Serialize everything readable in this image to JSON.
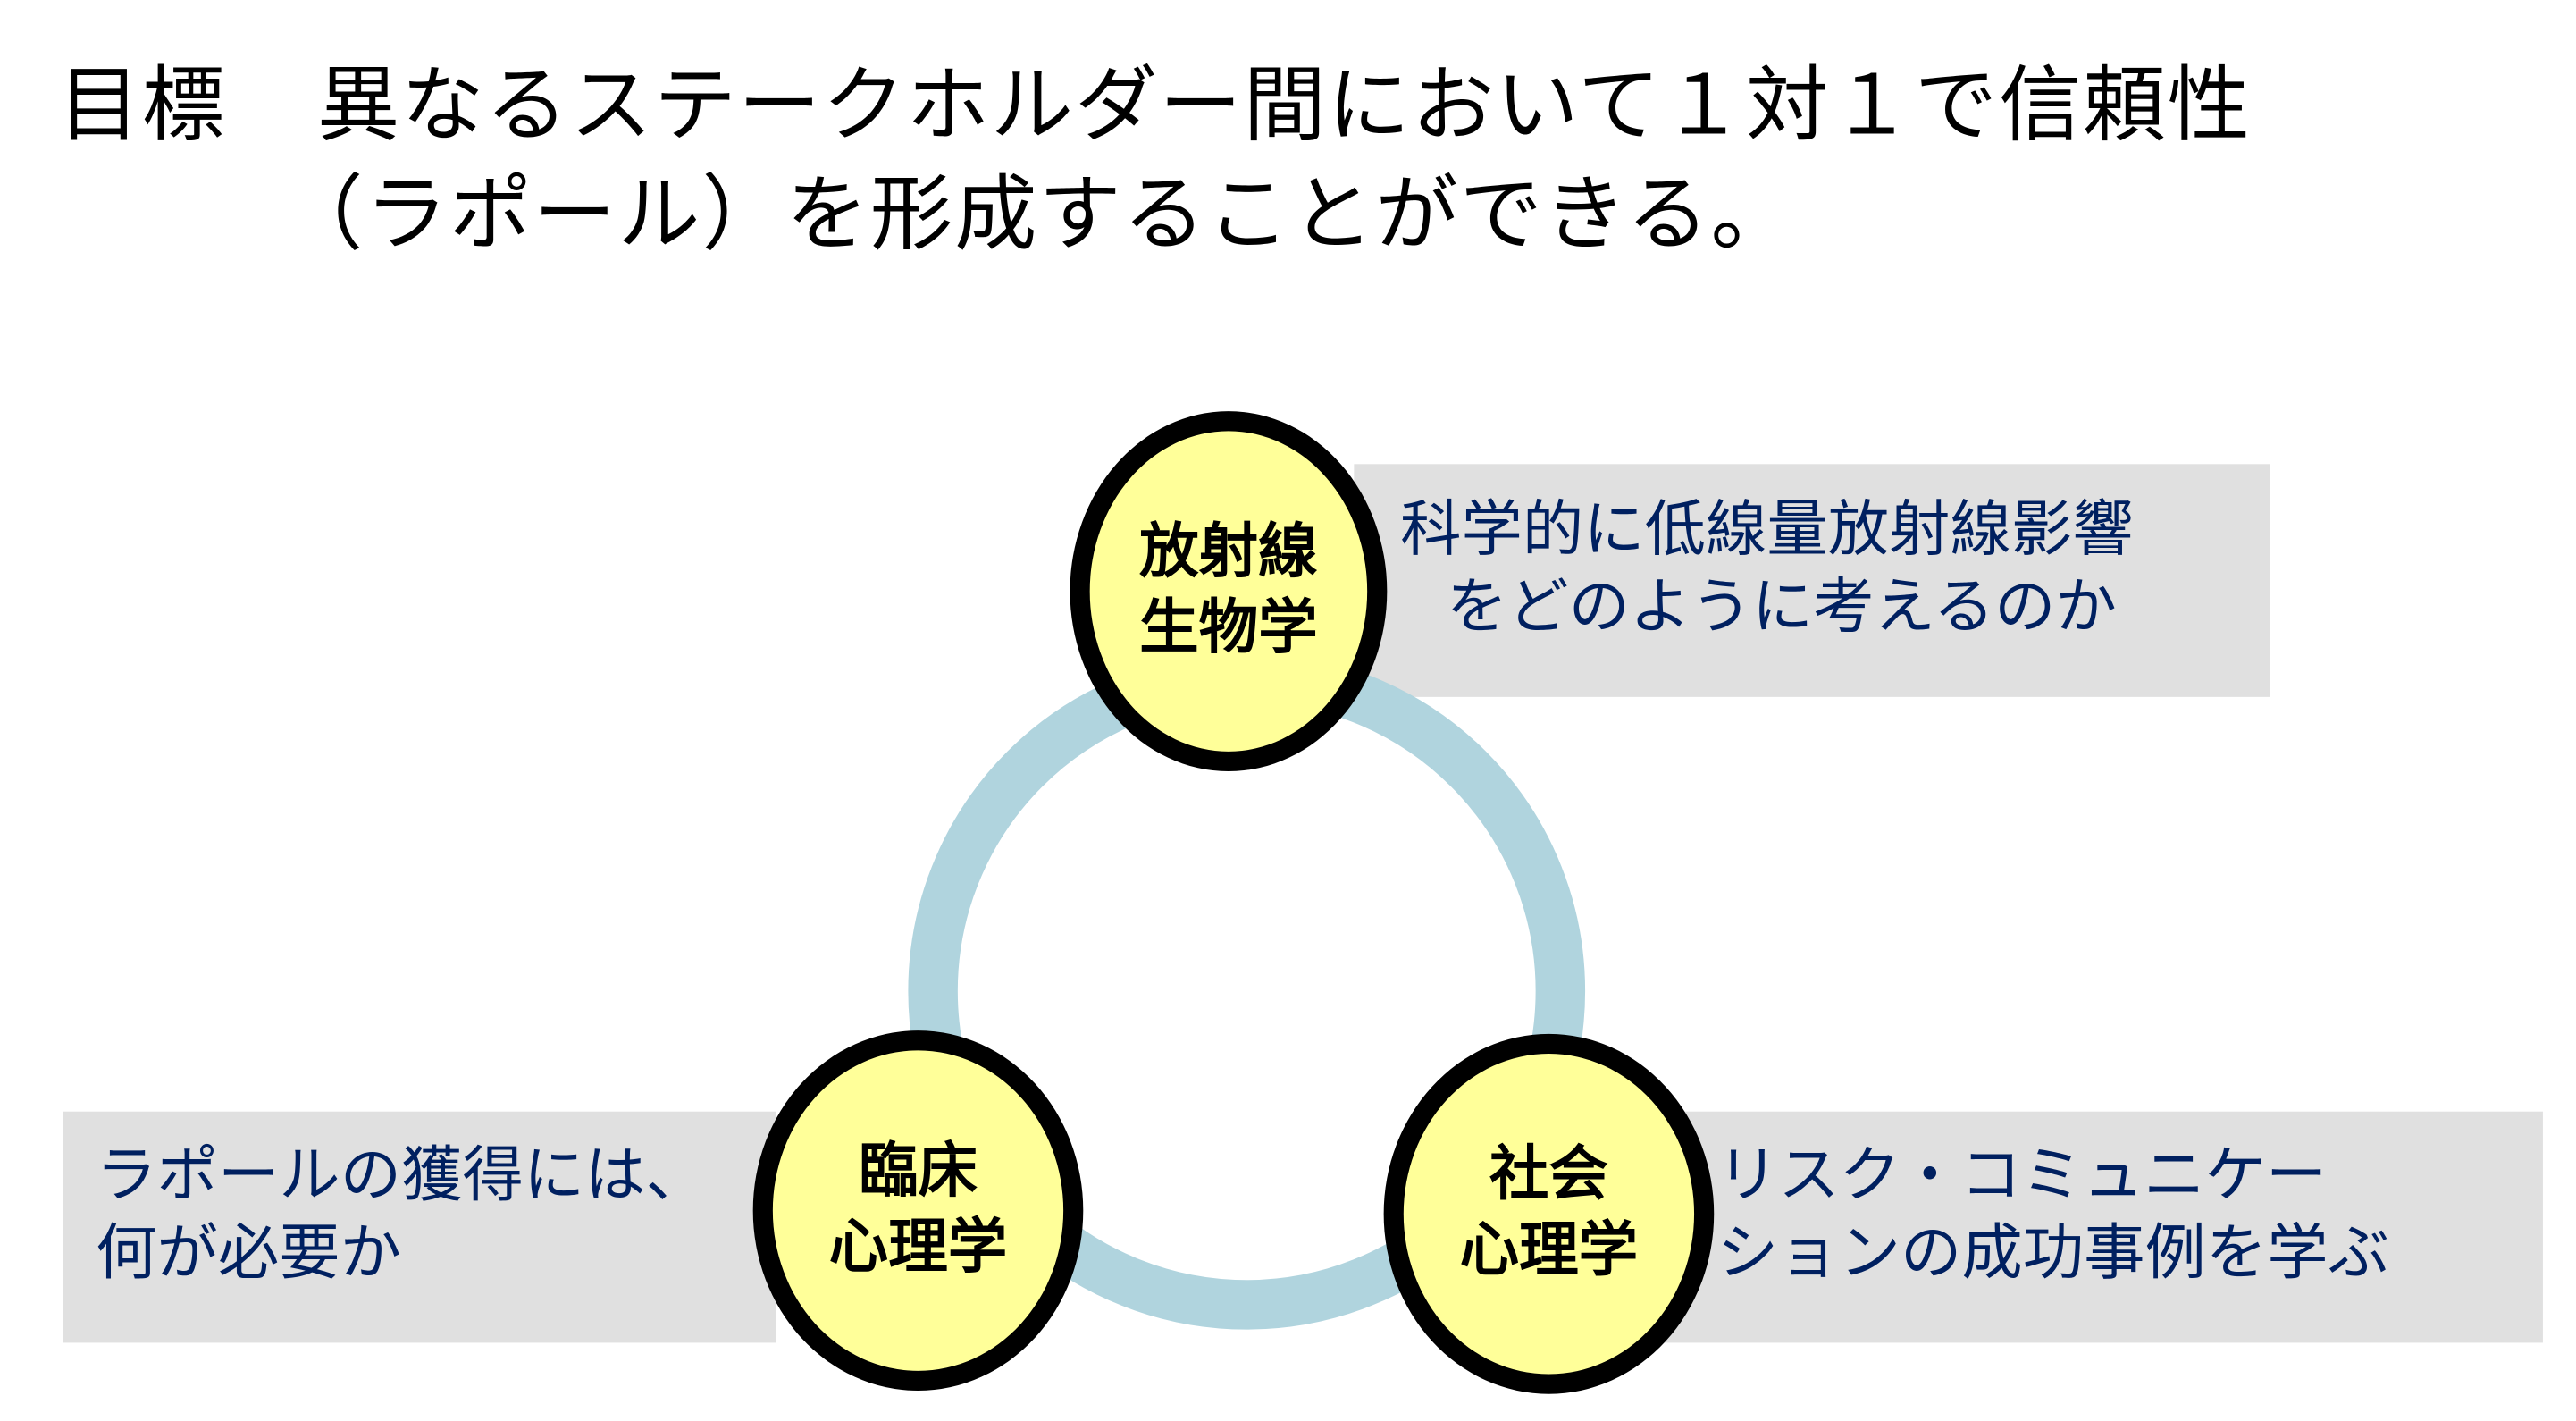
{
  "title": {
    "label": "目標",
    "line1": "異なるステークホルダー間において１対１で信頼性",
    "line2": "（ラポール）を形成することができる。"
  },
  "nodes": {
    "top": {
      "line1": "放射線",
      "line2": "生物学",
      "note": [
        "科学的に低線量放射線影響",
        "をどのように考えるのか"
      ]
    },
    "left": {
      "line1": "臨床",
      "line2": "心理学",
      "note": [
        "ラポールの獲得には、",
        "何が必要か"
      ]
    },
    "right": {
      "line1": "社会",
      "line2": "心理学",
      "note": [
        "リスク・コミュニケー",
        "ションの成功事例を学ぶ"
      ]
    }
  },
  "colors": {
    "ring": "#b0d4de",
    "node_fill": "#ffff99",
    "note_bg": "#e0e0e0",
    "note_text": "#002060"
  }
}
